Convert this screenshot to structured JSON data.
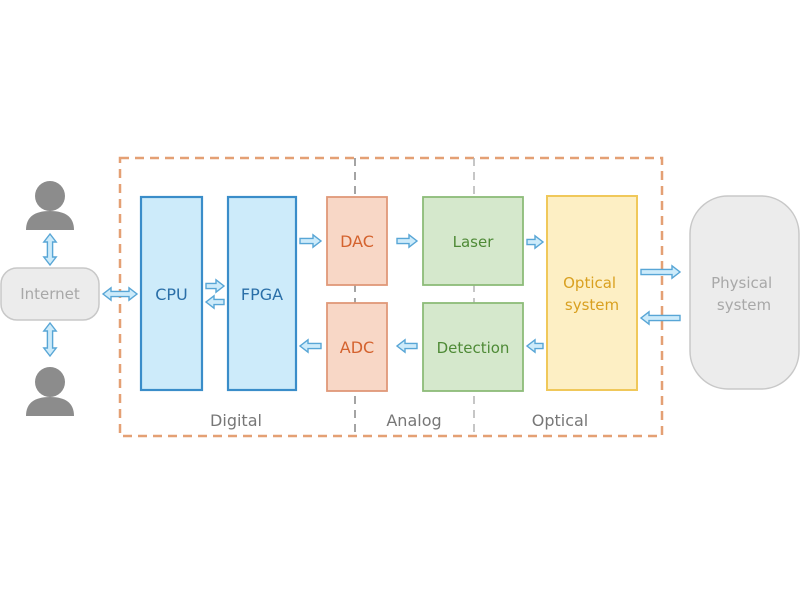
{
  "nodes": {
    "internet": "Internet",
    "cpu": "CPU",
    "fpga": "FPGA",
    "dac": "DAC",
    "adc": "ADC",
    "laser": "Laser",
    "detection": "Detection",
    "optical_system": [
      "Optical",
      "system"
    ],
    "physical_system": [
      "Physical",
      "system"
    ]
  },
  "regions": {
    "digital": "Digital",
    "analog": "Analog",
    "optical": "Optical"
  },
  "icons": {
    "user_top": "user-icon",
    "user_bottom": "user-icon"
  },
  "colors": {
    "blue_fill": "#cdebfa",
    "blue_stroke": "#3a8dc9",
    "blue_text": "#2a6fa8",
    "orange_fill": "#f8d7c6",
    "orange_stroke": "#e09878",
    "orange_text": "#d4622e",
    "green_fill": "#d5e8cc",
    "green_stroke": "#8cbc78",
    "green_text": "#4e8a36",
    "yellow_fill": "#fdefc4",
    "yellow_stroke": "#f0c85a",
    "yellow_text": "#d9a020",
    "gray_fill": "#ececec",
    "gray_stroke": "#c8c8c8",
    "gray_text": "#a8a8a8",
    "dashed_border": "#e4a074",
    "divider": "#9a9a9a",
    "arrow_fill": "#cdebfa",
    "arrow_stroke": "#58a6d6",
    "icon_gray": "#8c8c8c",
    "region_text": "#777777"
  }
}
